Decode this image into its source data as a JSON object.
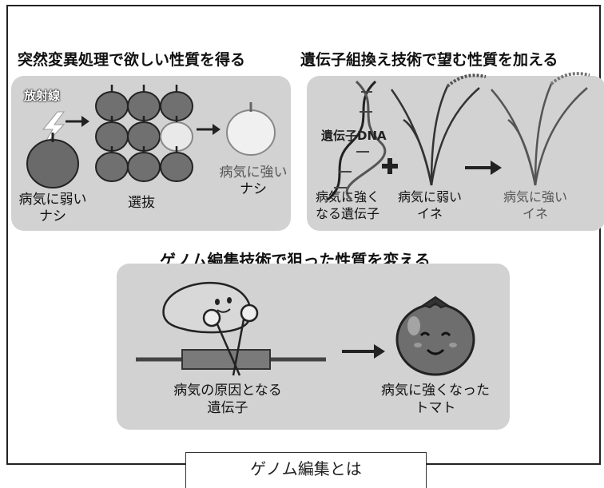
{
  "mutation": {
    "title": "突然変異処理で欲しい性質を得る",
    "radiation_label": "放射線",
    "weak_label_line1": "病気に弱い",
    "weak_label_line2": "ナシ",
    "selection_label": "選抜",
    "strong_label_line1": "病気に強い",
    "strong_label_line2": "ナシ"
  },
  "gmo": {
    "title": "遺伝子組換え技術で望む性質を加える",
    "dna_label": "遺伝子DNA",
    "gene_label_line1": "病気に強く",
    "gene_label_line2": "なる遺伝子",
    "weak_rice_line1": "病気に弱い",
    "weak_rice_line2": "イネ",
    "strong_rice_line1": "病気に強い",
    "strong_rice_line2": "イネ"
  },
  "genome": {
    "title": "ゲノム編集技術で狙った性質を変える",
    "cause_gene_line1": "病気の原因となる",
    "cause_gene_line2": "遺伝子",
    "tomato_line1": "病気に強くなった",
    "tomato_line2": "トマト"
  },
  "caption": "ゲノム編集とは"
}
